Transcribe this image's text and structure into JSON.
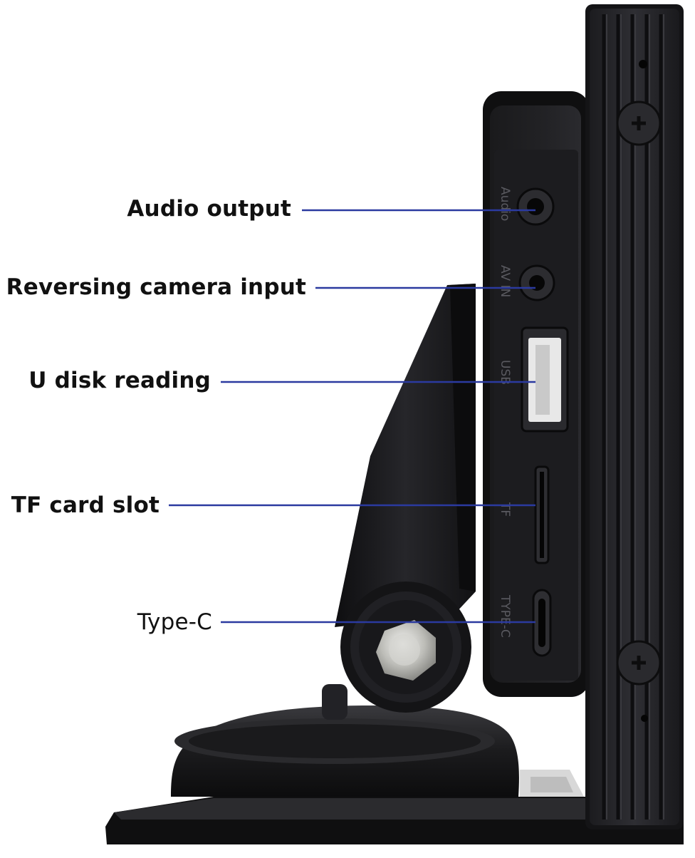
{
  "callouts": [
    {
      "id": "audio",
      "label": "Audio output"
    },
    {
      "id": "reversing",
      "label": "Reversing camera input"
    },
    {
      "id": "udisk",
      "label": "U disk reading"
    },
    {
      "id": "tf",
      "label": "TF card slot"
    },
    {
      "id": "typec",
      "label": "Type-C"
    }
  ],
  "port_markings": {
    "audio": "Audio",
    "av_in": "AV IN",
    "usb": "USB",
    "tf": "TF",
    "typec": "TYPE-C"
  },
  "colors": {
    "leader_line": "#2b3aa0",
    "device_body": "#1a1a1c",
    "device_frame": "#222226",
    "background": "#ffffff"
  }
}
